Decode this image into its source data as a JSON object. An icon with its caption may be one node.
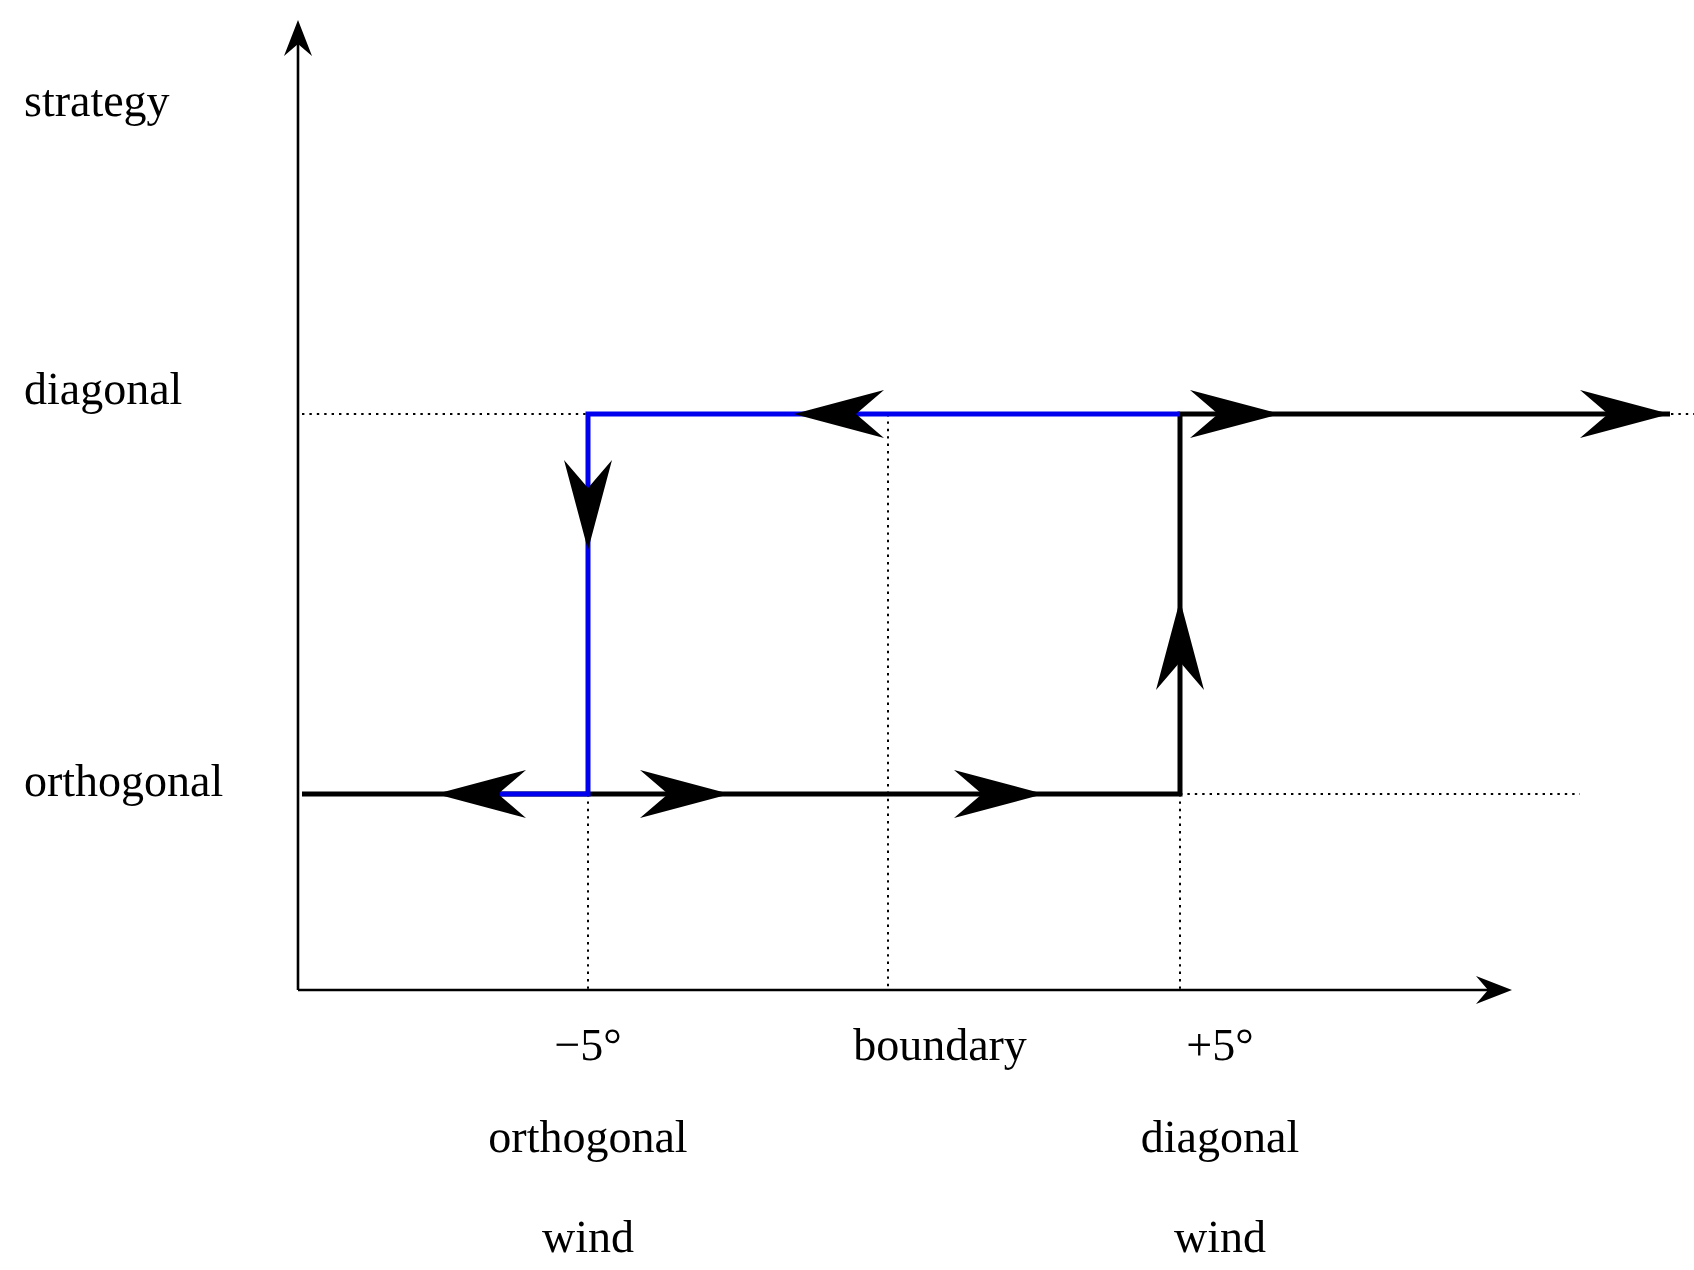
{
  "diagram": {
    "labels": [
      "strategy",
      "diagonal",
      "orthogonal",
      "−5°",
      "boundary",
      "+5°",
      "orthogonal wind",
      "diagonal wind"
    ]
  }
}
